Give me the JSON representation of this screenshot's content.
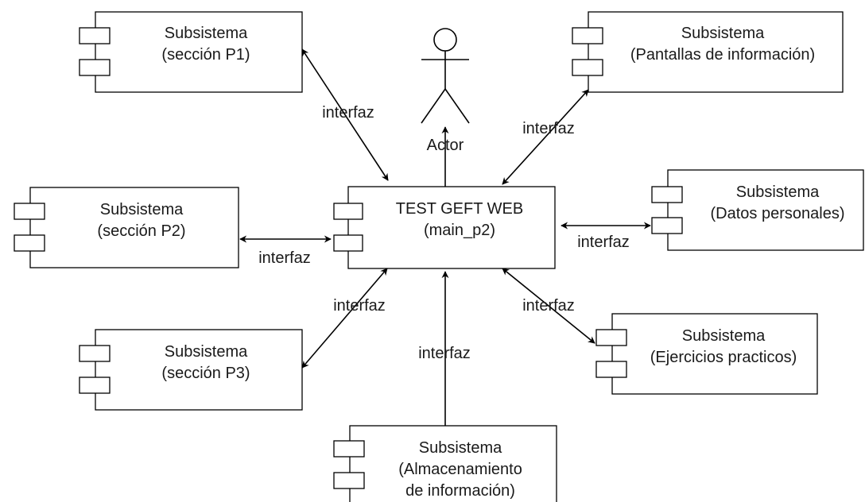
{
  "main_component": {
    "line1": "TEST GEFT WEB",
    "line2": "(main_p2)"
  },
  "actor": {
    "label": "Actor"
  },
  "subsystems": {
    "p1": {
      "line1": "Subsistema",
      "line2": "(sección P1)"
    },
    "p2": {
      "line1": "Subsistema",
      "line2": "(sección P2)"
    },
    "p3": {
      "line1": "Subsistema",
      "line2": "(sección P3)"
    },
    "pantallas": {
      "line1": "Subsistema",
      "line2": "(Pantallas de información)"
    },
    "datos": {
      "line1": "Subsistema",
      "line2": "(Datos personales)"
    },
    "ejercicios": {
      "line1": "Subsistema",
      "line2": "(Ejercicios practicos)"
    },
    "almacenamiento": {
      "line1": "Subsistema",
      "line2": "(Almacenamiento",
      "line3": "de información)"
    }
  },
  "connectors": {
    "p1": "interfaz",
    "p2": "interfaz",
    "p3": "interfaz",
    "pantallas": "interfaz",
    "datos": "interfaz",
    "ejercicios": "interfaz",
    "almacenamiento": "interfaz"
  },
  "colors": {
    "stroke": "#000000",
    "text": "#1a1a1a",
    "background": "#ffffff"
  }
}
